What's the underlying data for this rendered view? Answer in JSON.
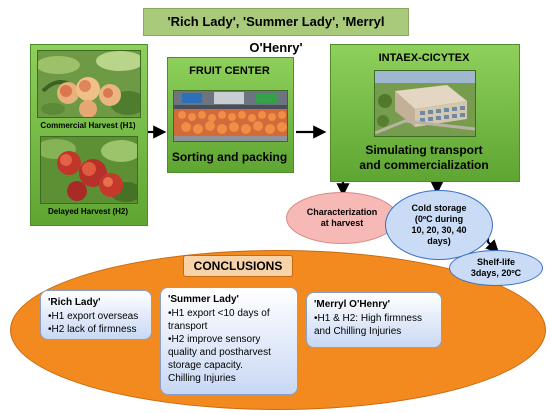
{
  "title": "'Rich Lady', 'Summer Lady', 'Merryl O'Henry'",
  "harvest": {
    "commercial_label": "Commercial Harvest (H1)",
    "delayed_label": "Delayed Harvest (H2)"
  },
  "fruit_center": {
    "title": "FRUIT CENTER",
    "caption": "Sorting and packing"
  },
  "intaex": {
    "title": "INTAEX-CICYTEX",
    "caption_line1": "Simulating transport",
    "caption_line2": "and commercialization"
  },
  "characterization": {
    "line1": "Characterization",
    "line2": "at harvest"
  },
  "cold_storage": {
    "line1": "Cold storage",
    "line2": "(0ºC  during",
    "line3": "10, 20, 30, 40",
    "line4": "days)"
  },
  "shelf_life": {
    "line1": "Shelf-life",
    "line2": "3days, 20ºC"
  },
  "conclusions": {
    "title": "CONCLUSIONS",
    "rich_lady": {
      "heading": "'Rich Lady'",
      "lines": [
        "•H1 export overseas",
        "•H2 lack of firmness"
      ]
    },
    "summer_lady": {
      "heading": "'Summer Lady'",
      "lines": [
        "•H1 export <10 days of",
        "transport",
        "•H2 improve sensory",
        "quality and postharvest",
        "storage capacity.",
        "Chilling Injuries"
      ]
    },
    "merryl": {
      "heading": "'Merryl O'Henry'",
      "lines": [
        "•H1 & H2: High firmness",
        "and Chilling Injuries"
      ]
    }
  },
  "colors": {
    "green_box": "#6fb842",
    "characterization_oval": "#f6b9b5",
    "cold_storage_oval": "#c9dbf5",
    "conclusions_oval": "#f28a1f",
    "conclusions_badge": "#f7d3a7"
  }
}
